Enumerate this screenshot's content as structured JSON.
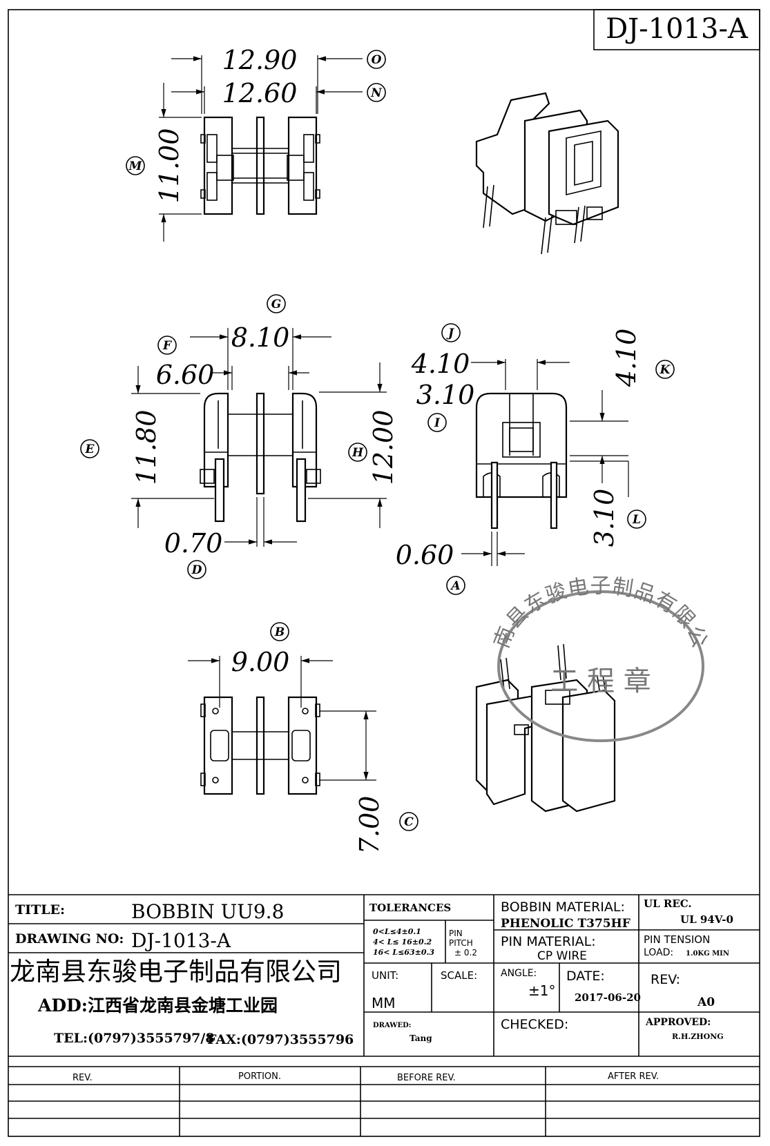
{
  "drawing_number_box": "DJ-1013-A",
  "dimensions": {
    "O": "12.90",
    "N": "12.60",
    "M": "11.00",
    "G": "8.10",
    "F": "6.60",
    "E": "11.80",
    "H": "12.00",
    "D": "0.70",
    "J": "4.10",
    "I": "3.10",
    "K": "4.10",
    "L": "3.10",
    "A": "0.60",
    "B": "9.00",
    "C": "7.00"
  },
  "stamp": {
    "ring_text": "龙南县东骏电子制品有限公司",
    "center_text": "工 程 章"
  },
  "title_block": {
    "title_label": "TITLE:",
    "title_value": "BOBBIN UU9.8",
    "drawing_no_label": "DRAWING NO:",
    "drawing_no_value": "DJ-1013-A",
    "company": "龙南县东骏电子制品有限公司",
    "address": "ADD:江西省龙南县金塘工业园",
    "tel": "TEL:(0797)3555797/8",
    "fax": "FAX:(0797)3555796",
    "tolerances_label": "TOLERANCES",
    "tol_line1": "0<L≤4±0.1",
    "tol_line2": "4< L≤  16±0.2",
    "tol_line3": "16< L≤63±0.3",
    "pin_pitch_label1": "PIN",
    "pin_pitch_label2": "PITCH",
    "pin_pitch_value": "± 0.2",
    "unit_label": "UNIT:",
    "unit_value": "MM",
    "scale_label": "SCALE:",
    "drawn_label": "DRAWED:",
    "drawn_value": "Tang",
    "bobbin_material_label": "BOBBIN MATERIAL:",
    "bobbin_material_value": "PHENOLIC   T375HF",
    "pin_material_label": "PIN MATERIAL:",
    "pin_material_value": "CP WIRE",
    "angle_label": "ANGLE:",
    "angle_value": "±1°",
    "date_label": "DATE:",
    "date_value": "2017-06-20",
    "checked_label": "CHECKED:",
    "ul_label": "UL REC.",
    "ul_value": "UL  94V-0",
    "pin_tension_label": "PIN TENSION",
    "pin_tension_load": "LOAD:",
    "pin_tension_value": "1.0KG MIN",
    "rev_label": "REV:",
    "rev_value": "A0",
    "approved_label": "APPROVED:",
    "approved_value": "R.H.ZHONG"
  },
  "revision_table": {
    "headers": [
      "REV.",
      "PORTION.",
      "BEFORE REV.",
      "AFTER REV."
    ]
  }
}
